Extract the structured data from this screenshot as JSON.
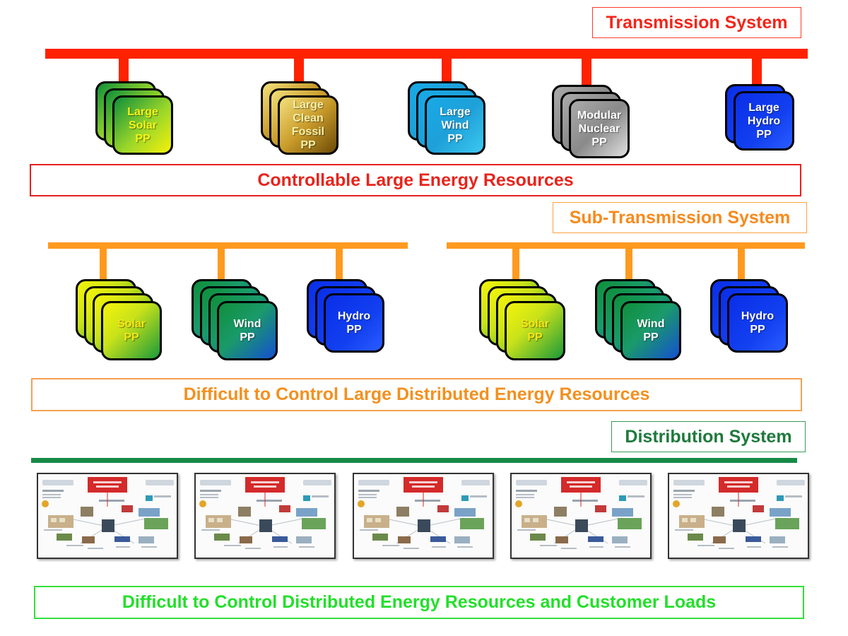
{
  "transmission": {
    "title": "Transmission System",
    "footer": "Controllable Large Energy Resources",
    "color": "#ff2200",
    "plants": [
      {
        "lines": [
          "Large",
          "Solar",
          "PP"
        ],
        "kind": "solar"
      },
      {
        "lines": [
          "Large",
          "Clean",
          "Fossil",
          "PP"
        ],
        "kind": "fossil"
      },
      {
        "lines": [
          "Large",
          "Wind",
          "PP"
        ],
        "kind": "wind-blue"
      },
      {
        "lines": [
          "Modular",
          "Nuclear",
          "PP"
        ],
        "kind": "nuclear"
      },
      {
        "lines": [
          "Large",
          "Hydro",
          "PP"
        ],
        "kind": "hydro"
      }
    ]
  },
  "subtransmission": {
    "title": "Sub-Transmission System",
    "footer": "Difficult to Control Large Distributed Energy Resources",
    "color": "#ff9a1f",
    "plants": [
      {
        "lines": [
          "Solar",
          "PP"
        ],
        "kind": "solar-small"
      },
      {
        "lines": [
          "Wind",
          "PP"
        ],
        "kind": "wind-green"
      },
      {
        "lines": [
          "Hydro",
          "PP"
        ],
        "kind": "hydro"
      },
      {
        "lines": [
          "Solar",
          "PP"
        ],
        "kind": "solar-small"
      },
      {
        "lines": [
          "Wind",
          "PP"
        ],
        "kind": "wind-green"
      },
      {
        "lines": [
          "Hydro",
          "PP"
        ],
        "kind": "hydro"
      }
    ]
  },
  "distribution": {
    "title": "Distribution System",
    "footer": "Difficult to Control Distributed Energy Resources and Customer Loads",
    "title_color": "#1e7a3c",
    "line_color": "#178a45",
    "footer_color": "#22e02a",
    "thumbnail_count": 5
  }
}
